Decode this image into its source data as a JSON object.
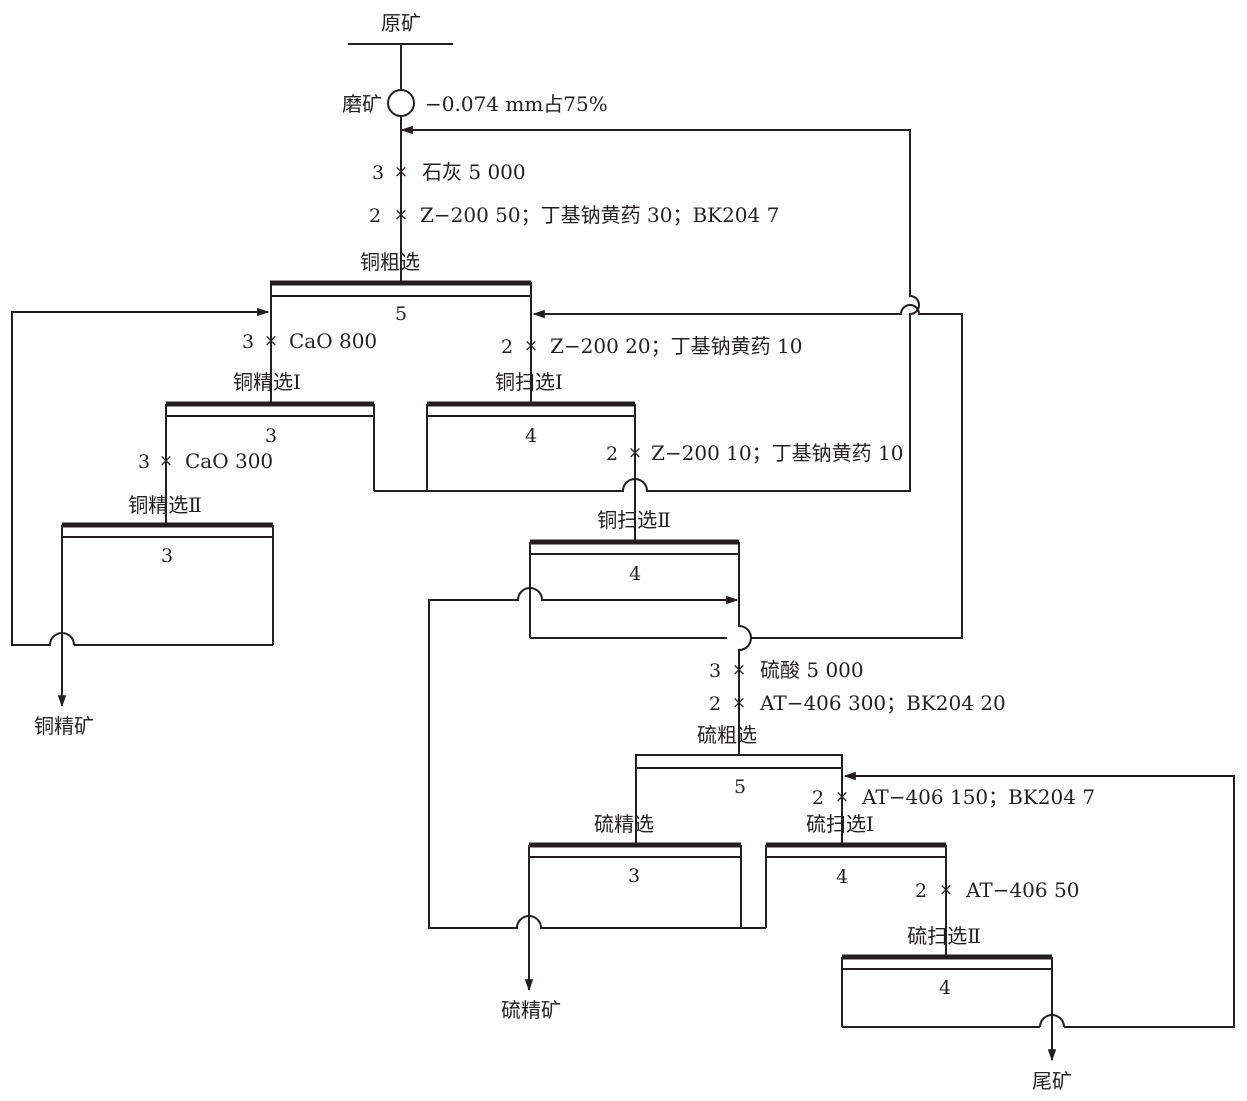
{
  "feed": {
    "label": "原矿"
  },
  "grinding": {
    "label": "磨矿",
    "spec": "−0.074 mm占75%"
  },
  "reagent_mark": "×",
  "reagents": {
    "lime": {
      "time": "3",
      "text": "石灰 5 000"
    },
    "cu_rough": {
      "time": "2",
      "text": "Z−200 50；丁基钠黄药 30；BK204 7"
    },
    "cu_clean1": {
      "time": "3",
      "text": "CaO 800"
    },
    "cu_scav1": {
      "time": "2",
      "text": "Z−200 20；丁基钠黄药 10"
    },
    "cu_clean2": {
      "time": "3",
      "text": "CaO 300"
    },
    "cu_scav2": {
      "time": "2",
      "text": "Z−200 10；丁基钠黄药 10"
    },
    "acid": {
      "time": "3",
      "text": "硫酸 5 000"
    },
    "s_rough": {
      "time": "2",
      "text": "AT−406 300；BK204 20"
    },
    "s_scav1": {
      "time": "2",
      "text": "AT−406 150；BK204 7"
    },
    "s_scav2": {
      "time": "2",
      "text": "AT−406 50"
    }
  },
  "cells": {
    "cu_rougher": {
      "label": "铜粗选",
      "time": "5"
    },
    "cu_cleaner1": {
      "label": "铜精选Ⅰ",
      "time": "3"
    },
    "cu_scavenger1": {
      "label": "铜扫选Ⅰ",
      "time": "4"
    },
    "cu_cleaner2": {
      "label": "铜精选Ⅱ",
      "time": "3"
    },
    "cu_scavenger2": {
      "label": "铜扫选Ⅱ",
      "time": "4"
    },
    "s_rougher": {
      "label": "硫粗选",
      "time": "5"
    },
    "s_cleaner": {
      "label": "硫精选",
      "time": "3"
    },
    "s_scavenger1": {
      "label": "硫扫选Ⅰ",
      "time": "4"
    },
    "s_scavenger2": {
      "label": "硫扫选Ⅱ",
      "time": "4"
    }
  },
  "products": {
    "cu_concentrate": "铜精矿",
    "s_concentrate": "硫精矿",
    "tailings": "尾矿"
  }
}
